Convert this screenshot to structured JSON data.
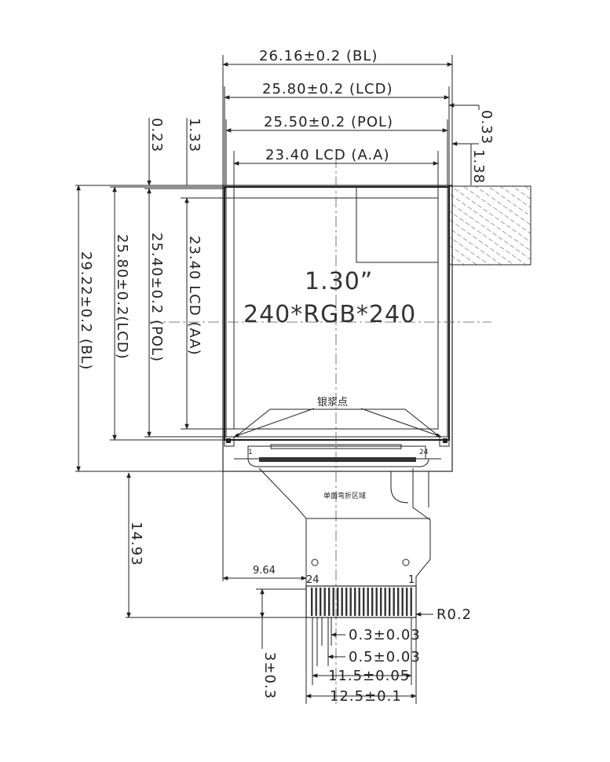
{
  "title": {
    "size": "1.30”",
    "resolution": "240*RGB*240"
  },
  "horizontal_dims": {
    "bl": "26.16±0.2 (BL)",
    "lcd": "25.80±0.2 (LCD)",
    "pol": "25.50±0.2 (POL)",
    "aa": "23.40 LCD (A.A)"
  },
  "vertical_dims": {
    "bl": "29.22±0.2 (BL)",
    "lcd": "25.80±0.2(LCD)",
    "pol": "25.40±0.2 (POL)",
    "aa": "23.40 LCD (AA)"
  },
  "offsets": {
    "top_023": "0.23",
    "top_133": "1.33",
    "right_033": "0.33",
    "right_138": "1.38"
  },
  "fpc": {
    "length": "14.93",
    "offset": "9.64",
    "pin_24": "24",
    "pin_1": "1",
    "radius": "R0.2",
    "pitch": "0.3±0.03",
    "pin_width": "0.5±0.03",
    "pin_span": "11.5±0.05",
    "tail_width": "12.5±0.1",
    "tail_length": "3±0.3"
  },
  "notes": {
    "silver_dot": "银浆点",
    "bend_area": "单面弯折区域",
    "pin_small_1": "1",
    "pin_small_24": "24"
  }
}
